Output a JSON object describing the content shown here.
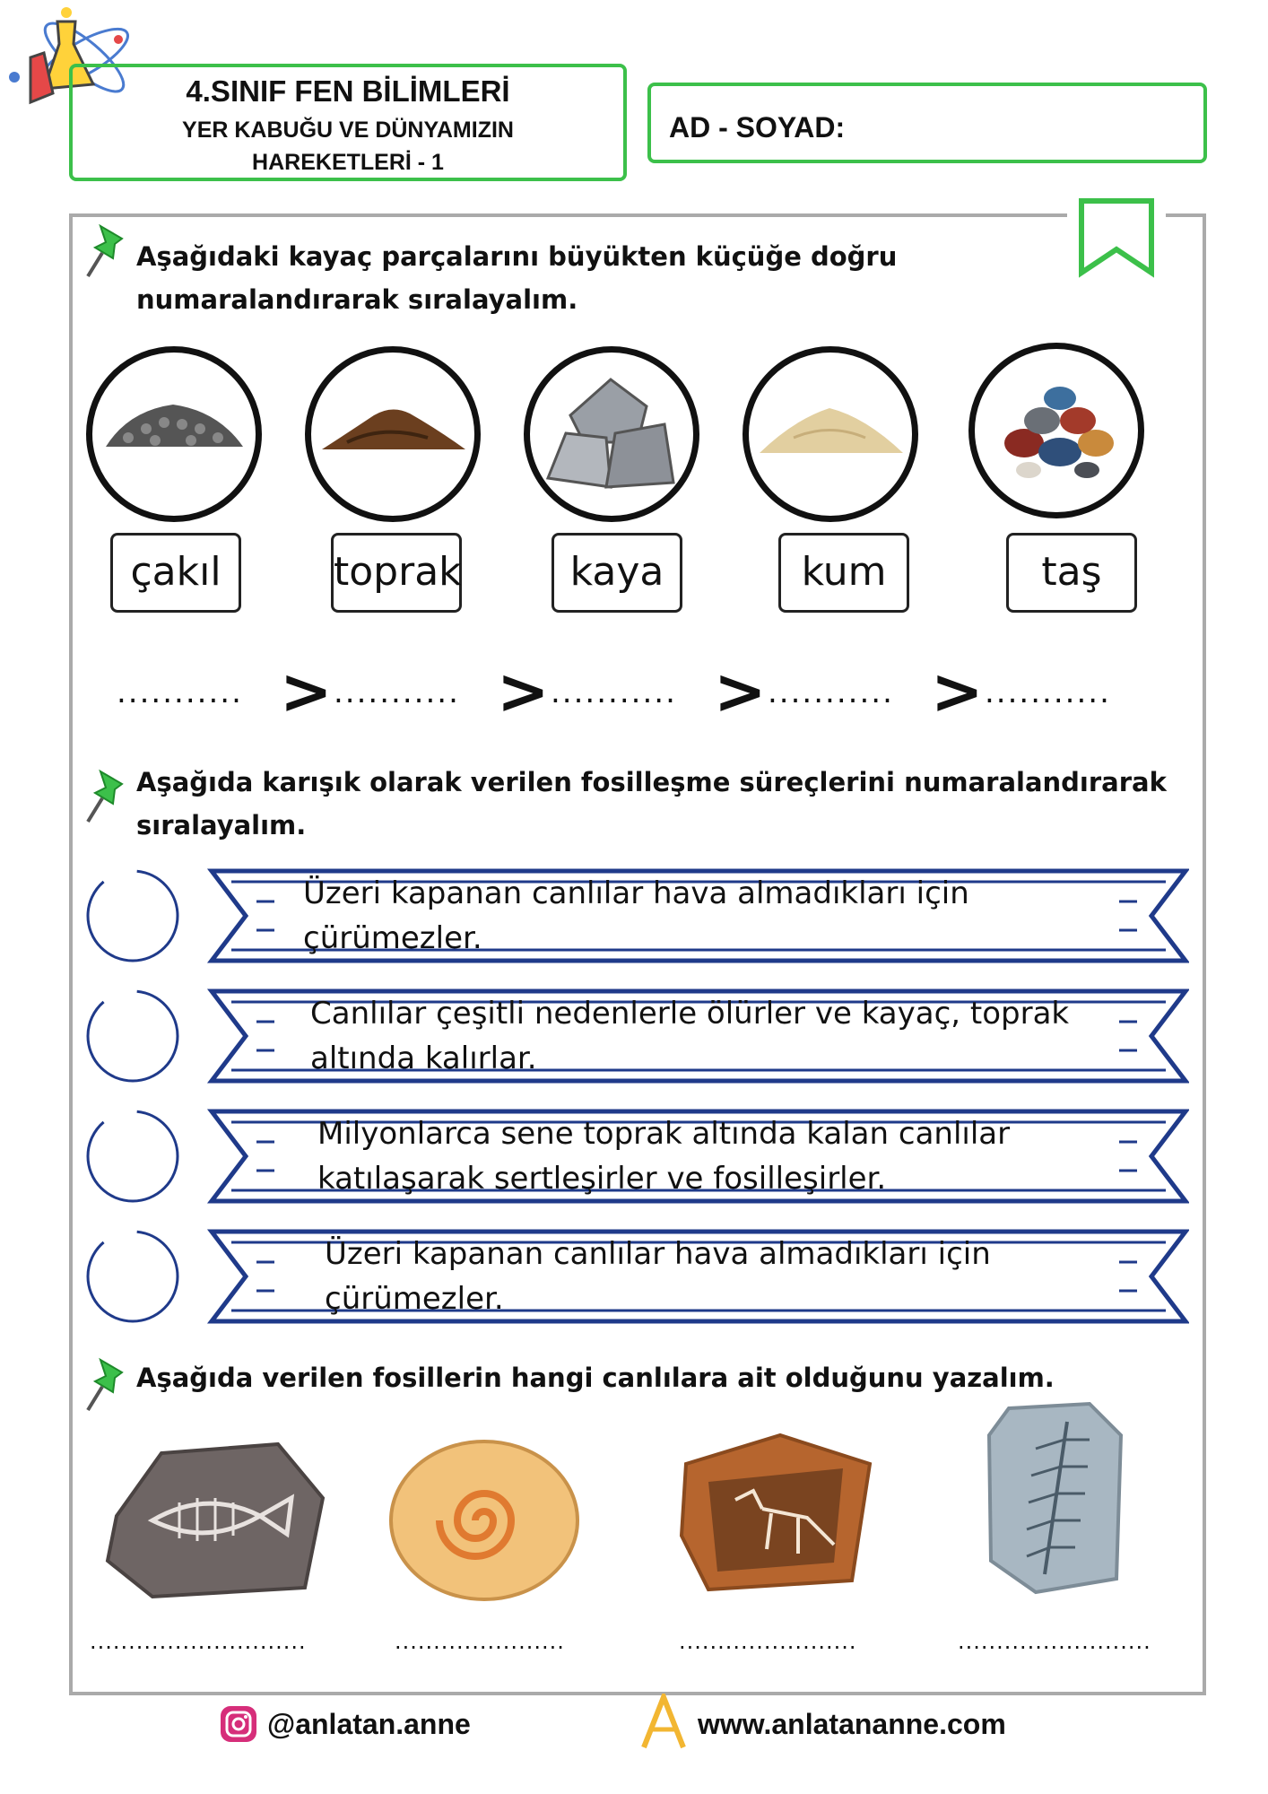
{
  "header": {
    "title_line1": "4.SINIF FEN BİLİMLERİ",
    "title_line2": "YER KABUĞU VE DÜNYAMIZIN",
    "title_line3": "HAREKETLERİ - 1",
    "name_label": "AD - SOYAD:"
  },
  "q1": {
    "line1": "Aşağıdaki kayaç parçalarını büyükten küçüğe doğru",
    "line2": "numaralandırarak sıralayalım.",
    "items": [
      "çakıl",
      "toprak",
      "kaya",
      "kum",
      "taş"
    ],
    "blank": "...........",
    "symbol": ">"
  },
  "q2": {
    "line1": "Aşağıda karışık olarak verilen fosilleşme süreçlerini numaralandırarak",
    "line2": "sıralayalım.",
    "steps": [
      {
        "l1": "Üzeri kapanan canlılar hava almadıkları için",
        "l2": "çürümezler."
      },
      {
        "l1": "Canlılar çeşitli nedenlerle ölürler ve kayaç, toprak",
        "l2": "altında kalırlar."
      },
      {
        "l1": "Milyonlarca sene toprak altında kalan canlılar",
        "l2": "katılaşarak sertleşirler ve fosilleşirler."
      },
      {
        "l1": "Üzeri kapanan canlılar hava almadıkları için",
        "l2": "çürümezler."
      }
    ]
  },
  "q3": {
    "line1": "Aşağıda verilen fosillerin hangi canlılara ait olduğunu yazalım.",
    "blanks": [
      "............................",
      "......................",
      ".......................",
      "........................."
    ]
  },
  "footer": {
    "instagram": "@anlatan.anne",
    "website": "www.anlatananne.com"
  },
  "colors": {
    "green": "#3cc04a",
    "ribbon": "#1f3a8a",
    "pin": "#3cc04a"
  }
}
